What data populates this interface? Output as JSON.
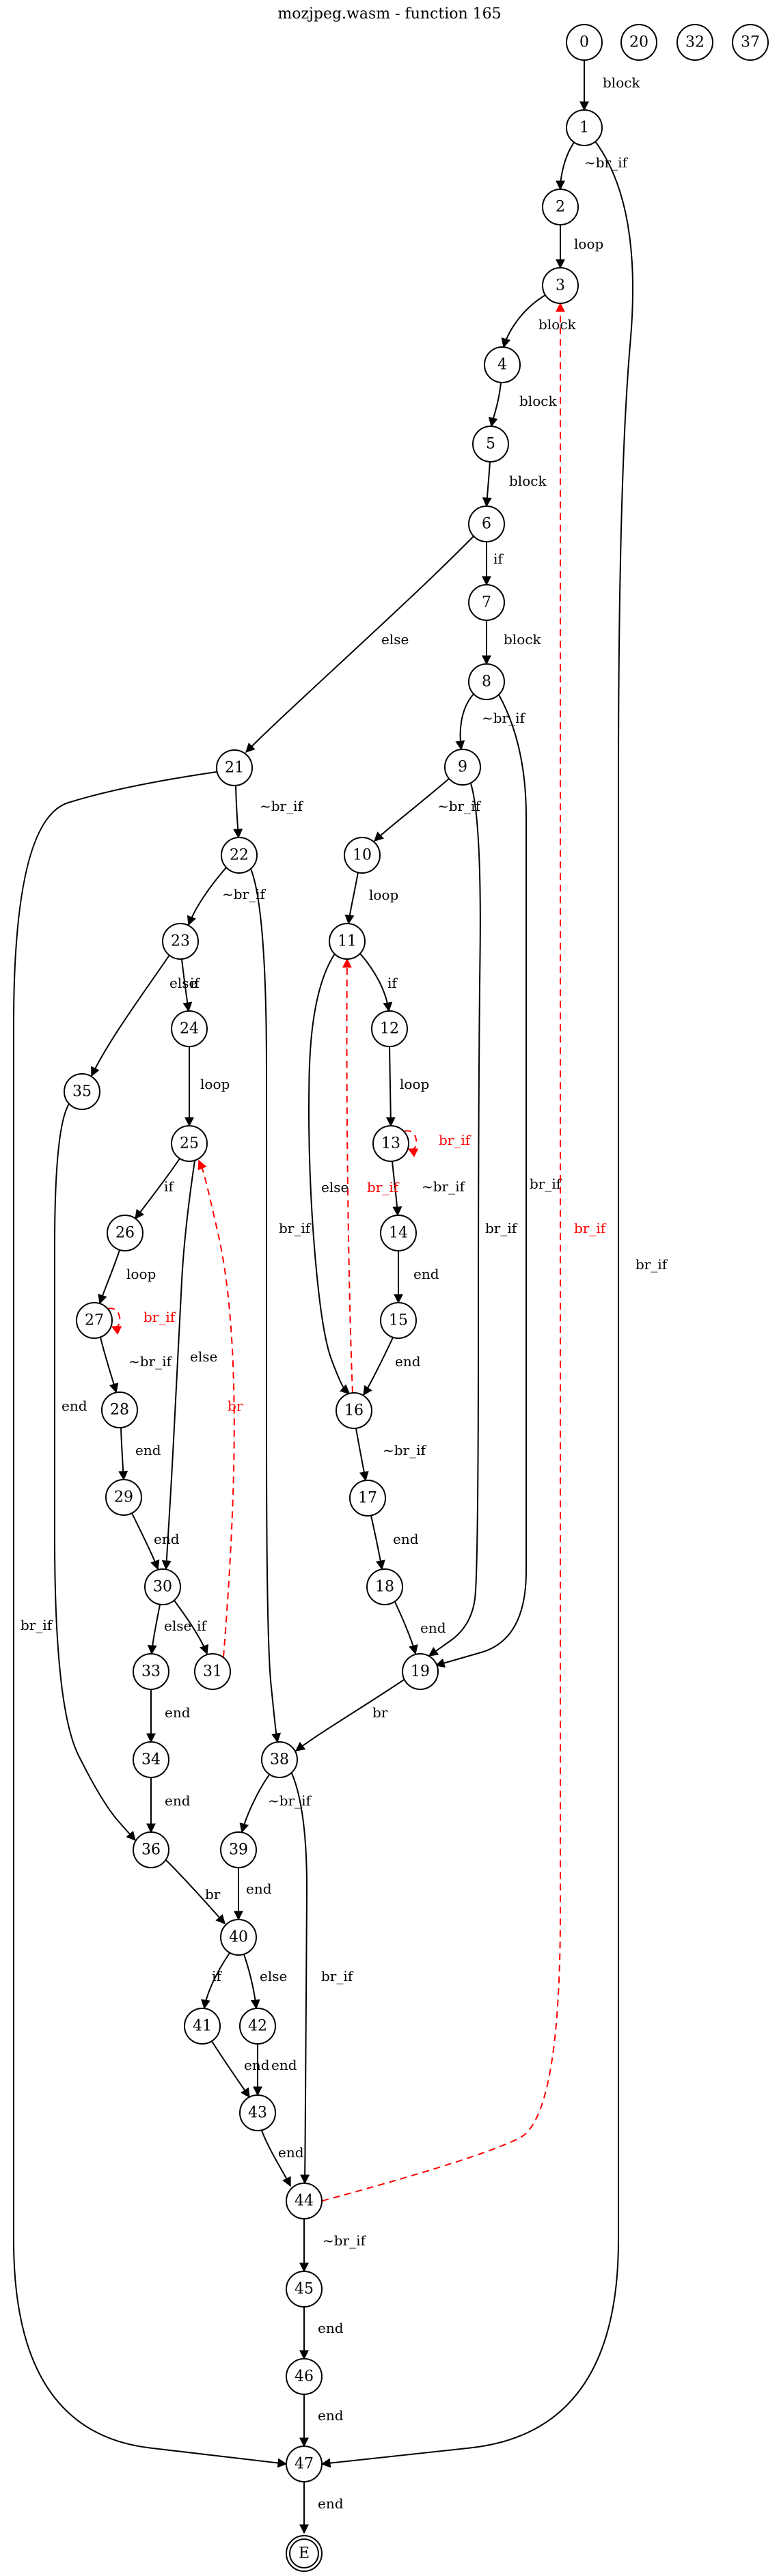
{
  "title": "mozjpeg.wasm - function 165",
  "colors": {
    "normal": "#000000",
    "back": "#ff0000"
  },
  "nodes": [
    "0",
    "20",
    "32",
    "37",
    "1",
    "2",
    "3",
    "4",
    "5",
    "6",
    "7",
    "8",
    "9",
    "10",
    "11",
    "12",
    "13",
    "14",
    "15",
    "16",
    "17",
    "18",
    "19",
    "21",
    "22",
    "23",
    "24",
    "25",
    "26",
    "27",
    "28",
    "29",
    "30",
    "31",
    "33",
    "34",
    "35",
    "36",
    "38",
    "39",
    "40",
    "41",
    "42",
    "43",
    "44",
    "45",
    "46",
    "47",
    "E"
  ],
  "edges": [
    {
      "from": "0",
      "to": "1",
      "label": "block",
      "back": false
    },
    {
      "from": "1",
      "to": "2",
      "label": "~br_if",
      "back": false
    },
    {
      "from": "1",
      "to": "47",
      "label": "br_if",
      "back": false
    },
    {
      "from": "2",
      "to": "3",
      "label": "loop",
      "back": false
    },
    {
      "from": "3",
      "to": "4",
      "label": "block",
      "back": false
    },
    {
      "from": "4",
      "to": "5",
      "label": "block",
      "back": false
    },
    {
      "from": "5",
      "to": "6",
      "label": "block",
      "back": false
    },
    {
      "from": "6",
      "to": "7",
      "label": "if",
      "back": false
    },
    {
      "from": "6",
      "to": "21",
      "label": "else",
      "back": false
    },
    {
      "from": "7",
      "to": "8",
      "label": "block",
      "back": false
    },
    {
      "from": "8",
      "to": "9",
      "label": "~br_if",
      "back": false
    },
    {
      "from": "8",
      "to": "19",
      "label": "br_if",
      "back": false
    },
    {
      "from": "9",
      "to": "10",
      "label": "~br_if",
      "back": false
    },
    {
      "from": "9",
      "to": "19",
      "label": "br_if",
      "back": false
    },
    {
      "from": "10",
      "to": "11",
      "label": "loop",
      "back": false
    },
    {
      "from": "11",
      "to": "12",
      "label": "if",
      "back": false
    },
    {
      "from": "11",
      "to": "16",
      "label": "else",
      "back": false
    },
    {
      "from": "12",
      "to": "13",
      "label": "loop",
      "back": false
    },
    {
      "from": "13",
      "to": "13",
      "label": "br_if",
      "back": true
    },
    {
      "from": "13",
      "to": "14",
      "label": "~br_if",
      "back": false
    },
    {
      "from": "14",
      "to": "15",
      "label": "end",
      "back": false
    },
    {
      "from": "15",
      "to": "16",
      "label": "end",
      "back": false
    },
    {
      "from": "16",
      "to": "11",
      "label": "br_if",
      "back": true
    },
    {
      "from": "16",
      "to": "17",
      "label": "~br_if",
      "back": false
    },
    {
      "from": "17",
      "to": "18",
      "label": "end",
      "back": false
    },
    {
      "from": "18",
      "to": "19",
      "label": "end",
      "back": false
    },
    {
      "from": "19",
      "to": "38",
      "label": "br",
      "back": false
    },
    {
      "from": "21",
      "to": "22",
      "label": "~br_if",
      "back": false
    },
    {
      "from": "21",
      "to": "47",
      "label": "br_if",
      "back": false
    },
    {
      "from": "22",
      "to": "23",
      "label": "~br_if",
      "back": false
    },
    {
      "from": "22",
      "to": "38",
      "label": "br_if",
      "back": false
    },
    {
      "from": "23",
      "to": "24",
      "label": "if",
      "back": false
    },
    {
      "from": "23",
      "to": "35",
      "label": "else",
      "back": false
    },
    {
      "from": "24",
      "to": "25",
      "label": "loop",
      "back": false
    },
    {
      "from": "25",
      "to": "26",
      "label": "if",
      "back": false
    },
    {
      "from": "25",
      "to": "30",
      "label": "else",
      "back": false
    },
    {
      "from": "26",
      "to": "27",
      "label": "loop",
      "back": false
    },
    {
      "from": "27",
      "to": "27",
      "label": "br_if",
      "back": true
    },
    {
      "from": "27",
      "to": "28",
      "label": "~br_if",
      "back": false
    },
    {
      "from": "28",
      "to": "29",
      "label": "end",
      "back": false
    },
    {
      "from": "29",
      "to": "30",
      "label": "end",
      "back": false
    },
    {
      "from": "30",
      "to": "31",
      "label": "if",
      "back": false
    },
    {
      "from": "30",
      "to": "33",
      "label": "else",
      "back": false
    },
    {
      "from": "31",
      "to": "25",
      "label": "br",
      "back": true
    },
    {
      "from": "33",
      "to": "34",
      "label": "end",
      "back": false
    },
    {
      "from": "34",
      "to": "36",
      "label": "end",
      "back": false
    },
    {
      "from": "35",
      "to": "36",
      "label": "end",
      "back": false
    },
    {
      "from": "36",
      "to": "40",
      "label": "br",
      "back": false
    },
    {
      "from": "38",
      "to": "39",
      "label": "~br_if",
      "back": false
    },
    {
      "from": "38",
      "to": "44",
      "label": "br_if",
      "back": false
    },
    {
      "from": "39",
      "to": "40",
      "label": "end",
      "back": false
    },
    {
      "from": "40",
      "to": "41",
      "label": "if",
      "back": false
    },
    {
      "from": "40",
      "to": "42",
      "label": "else",
      "back": false
    },
    {
      "from": "41",
      "to": "43",
      "label": "end",
      "back": false
    },
    {
      "from": "42",
      "to": "43",
      "label": "end",
      "back": false
    },
    {
      "from": "43",
      "to": "44",
      "label": "end",
      "back": false
    },
    {
      "from": "44",
      "to": "3",
      "label": "br_if",
      "back": true
    },
    {
      "from": "44",
      "to": "45",
      "label": "~br_if",
      "back": false
    },
    {
      "from": "45",
      "to": "46",
      "label": "end",
      "back": false
    },
    {
      "from": "46",
      "to": "47",
      "label": "end",
      "back": false
    },
    {
      "from": "47",
      "to": "E",
      "label": "end",
      "back": false
    }
  ]
}
